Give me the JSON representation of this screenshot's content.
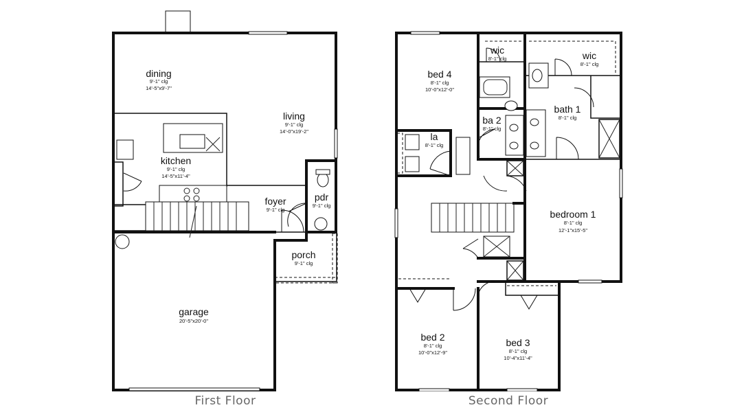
{
  "captions": {
    "first_floor": "First Floor",
    "second_floor": "Second Floor"
  },
  "first_floor": {
    "rooms": [
      {
        "id": "dining",
        "name": "dining",
        "clg": "9'-1\" clg",
        "dims": "14'-5\"x9'-7\""
      },
      {
        "id": "living",
        "name": "living",
        "clg": "9'-1\" clg",
        "dims": "14'-0\"x19'-2\""
      },
      {
        "id": "kitchen",
        "name": "kitchen",
        "clg": "9'-1\" clg",
        "dims": "14'-5\"x11'-4\""
      },
      {
        "id": "foyer",
        "name": "foyer",
        "clg": "9'-1\" clg",
        "dims": ""
      },
      {
        "id": "pdr",
        "name": "pdr",
        "clg": "9'-1\" clg",
        "dims": ""
      },
      {
        "id": "porch",
        "name": "porch",
        "clg": "9'-1\" clg",
        "dims": ""
      },
      {
        "id": "garage",
        "name": "garage",
        "clg": "",
        "dims": "20'-5\"x20'-0\""
      }
    ]
  },
  "second_floor": {
    "rooms": [
      {
        "id": "bed4",
        "name": "bed 4",
        "clg": "8'-1\" clg",
        "dims": "10'-0\"x12'-0\""
      },
      {
        "id": "wic1",
        "name": "wic",
        "clg": "8'-1\" clg",
        "dims": ""
      },
      {
        "id": "wic2",
        "name": "wic",
        "clg": "8'-1\" clg",
        "dims": ""
      },
      {
        "id": "ba2",
        "name": "ba 2",
        "clg": "8'-1\" clg",
        "dims": ""
      },
      {
        "id": "bath1",
        "name": "bath 1",
        "clg": "8'-1\" clg",
        "dims": ""
      },
      {
        "id": "la",
        "name": "la",
        "clg": "8'-1\" clg",
        "dims": ""
      },
      {
        "id": "bedroom1",
        "name": "bedroom 1",
        "clg": "8'-1\" clg",
        "dims": "12'-1\"x15'-5\""
      },
      {
        "id": "bed2",
        "name": "bed 2",
        "clg": "8'-1\" clg",
        "dims": "10'-0\"x12'-9\""
      },
      {
        "id": "bed3",
        "name": "bed 3",
        "clg": "8'-1\" clg",
        "dims": "10'-4\"x11'-4\""
      }
    ]
  }
}
